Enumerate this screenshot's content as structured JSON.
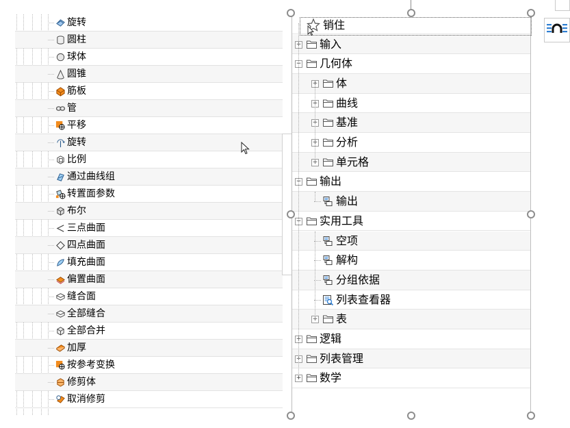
{
  "left_tree": {
    "items": [
      {
        "label": "旋转",
        "icon": "revolve-icon"
      },
      {
        "label": "圆柱",
        "icon": "cylinder-icon"
      },
      {
        "label": "球体",
        "icon": "sphere-icon"
      },
      {
        "label": "圆锥",
        "icon": "cone-icon"
      },
      {
        "label": "筋板",
        "icon": "rib-icon"
      },
      {
        "label": "管",
        "icon": "pipe-icon"
      },
      {
        "label": "平移",
        "icon": "translate-icon"
      },
      {
        "label": "旋转",
        "icon": "rotate-icon"
      },
      {
        "label": "比例",
        "icon": "scale-icon"
      },
      {
        "label": "通过曲线组",
        "icon": "through-curves-icon"
      },
      {
        "label": "转置面参数",
        "icon": "transpose-face-icon"
      },
      {
        "label": "布尔",
        "icon": "boolean-icon"
      },
      {
        "label": "三点曲面",
        "icon": "three-point-surface-icon"
      },
      {
        "label": "四点曲面",
        "icon": "four-point-surface-icon"
      },
      {
        "label": "填充曲面",
        "icon": "fill-surface-icon"
      },
      {
        "label": "偏置曲面",
        "icon": "offset-surface-icon"
      },
      {
        "label": "缝合面",
        "icon": "sew-face-icon"
      },
      {
        "label": "全部缝合",
        "icon": "sew-all-icon"
      },
      {
        "label": "全部合并",
        "icon": "merge-all-icon"
      },
      {
        "label": "加厚",
        "icon": "thicken-icon"
      },
      {
        "label": "按参考变换",
        "icon": "reference-transform-icon"
      },
      {
        "label": "修剪体",
        "icon": "trim-body-icon"
      },
      {
        "label": "取消修剪",
        "icon": "untrim-icon"
      }
    ]
  },
  "right_tree": {
    "pinned": "销住",
    "items": [
      {
        "label": "输入",
        "level": 0,
        "expander": "+",
        "type": "folder"
      },
      {
        "label": "几何体",
        "level": 0,
        "expander": "−",
        "type": "folder"
      },
      {
        "label": "体",
        "level": 1,
        "expander": "+",
        "type": "folder"
      },
      {
        "label": "曲线",
        "level": 1,
        "expander": "+",
        "type": "folder"
      },
      {
        "label": "基准",
        "level": 1,
        "expander": "+",
        "type": "folder"
      },
      {
        "label": "分析",
        "level": 1,
        "expander": "+",
        "type": "folder"
      },
      {
        "label": "单元格",
        "level": 1,
        "expander": "+",
        "type": "folder"
      },
      {
        "label": "输出",
        "level": 0,
        "expander": "−",
        "type": "folder"
      },
      {
        "label": "输出",
        "level": 1,
        "expander": "",
        "type": "node"
      },
      {
        "label": "实用工具",
        "level": 0,
        "expander": "−",
        "type": "folder"
      },
      {
        "label": "空项",
        "level": 1,
        "expander": "",
        "type": "node"
      },
      {
        "label": "解构",
        "level": 1,
        "expander": "",
        "type": "node"
      },
      {
        "label": "分组依据",
        "level": 1,
        "expander": "",
        "type": "node"
      },
      {
        "label": "列表查看器",
        "level": 1,
        "expander": "",
        "type": "viewer"
      },
      {
        "label": "表",
        "level": 1,
        "expander": "+",
        "type": "folder"
      },
      {
        "label": "逻辑",
        "level": 0,
        "expander": "+",
        "type": "folder"
      },
      {
        "label": "列表管理",
        "level": 0,
        "expander": "+",
        "type": "folder"
      },
      {
        "label": "数学",
        "level": 0,
        "expander": "+",
        "type": "folder"
      }
    ]
  },
  "colors": {
    "accent_orange": "#f28c1e",
    "accent_blue": "#2f7fd3",
    "handle_gray": "#8d8d8d"
  }
}
